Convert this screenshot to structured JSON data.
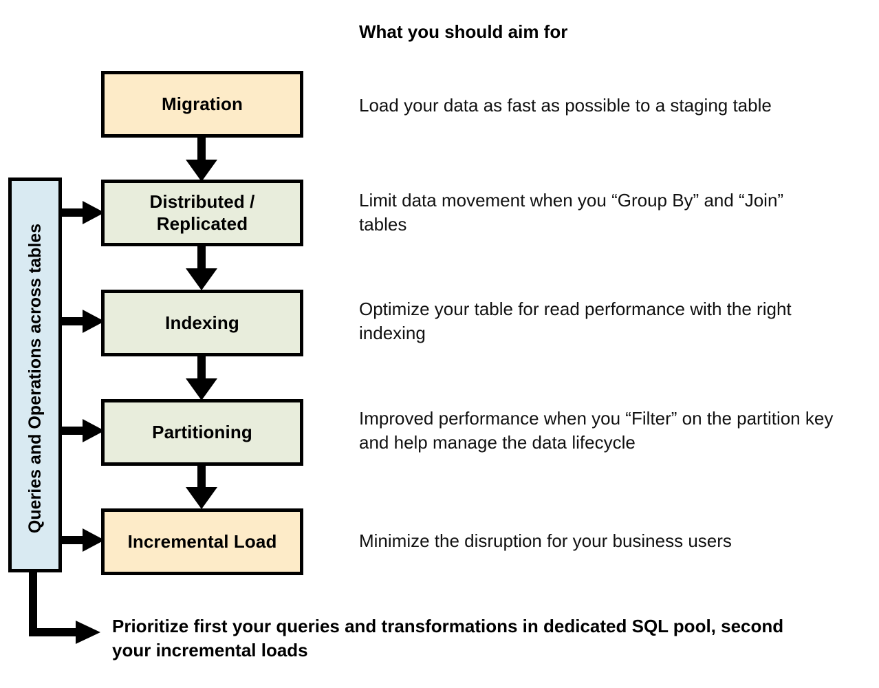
{
  "diagram": {
    "title_right_column": "What you should aim for",
    "sidebar_label": "Queries and Operations across tables",
    "colors": {
      "cream_fill": "#FDEBC8",
      "green_fill": "#E8EDDC",
      "blue_fill": "#D9EAF2",
      "outline": "#000000",
      "text": "#000000"
    },
    "stages": [
      {
        "name": "Migration",
        "fill": "cream",
        "description": "Load your data as fast as possible to a staging table"
      },
      {
        "name": "Distributed / Replicated",
        "name_line1": "Distributed /",
        "name_line2": "Replicated",
        "fill": "green",
        "description": "Limit data movement when you “Group By” and “Join” tables"
      },
      {
        "name": "Indexing",
        "fill": "green",
        "description": "Optimize your table for read performance with the right indexing"
      },
      {
        "name": "Partitioning",
        "fill": "green",
        "description": "Improved performance when you “Filter” on the partition key and help manage the data lifecycle"
      },
      {
        "name": "Incremental Load",
        "fill": "cream",
        "description": "Minimize the disruption for your business users"
      }
    ],
    "bottom_note": "Prioritize first your queries and transformations in dedicated SQL pool, second your incremental loads"
  }
}
